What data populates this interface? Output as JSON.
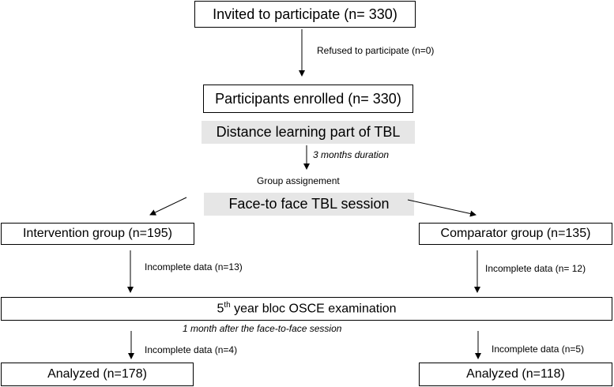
{
  "flow": {
    "invited": "Invited to participate (n= 330)",
    "refused": "Refused to participate (n=0)",
    "enrolled": "Participants enrolled (n= 330)",
    "distance_learning": "Distance learning part of TBL",
    "duration": "3 months duration",
    "group_assignment": "Group assignement",
    "face_to_face": "Face-to face TBL session",
    "intervention_group": "Intervention group (n=195)",
    "comparator_group": "Comparator group (n=135)",
    "incomplete_intervention": "Incomplete data (n=13)",
    "incomplete_comparator": "Incomplete data (n= 12)",
    "osce_prefix": "5",
    "osce_sup": "th",
    "osce_suffix": " year bloc OSCE examination",
    "osce_timing": "1 month after the face-to-face session",
    "incomplete_intervention_2": "Incomplete data (n=4)",
    "incomplete_comparator_2": "Incomplete data (n=5)",
    "analyzed_intervention": "Analyzed (n=178)",
    "analyzed_comparator": "Analyzed (n=118)"
  }
}
